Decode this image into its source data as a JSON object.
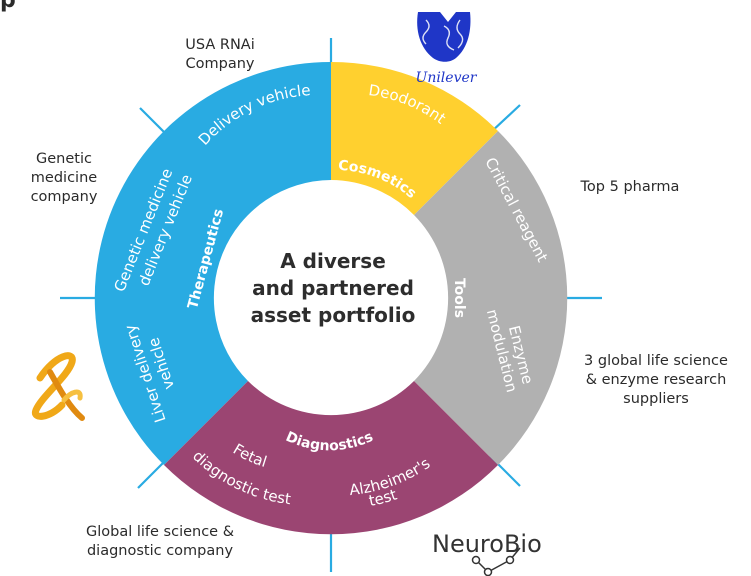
{
  "title_fragment": "p",
  "center": {
    "lines": [
      "A diverse",
      "and partnered",
      "asset portfolio"
    ]
  },
  "colors": {
    "therapeutics": "#29ABE2",
    "cosmetics": "#FFD02F",
    "tools": "#B1B1B1",
    "diagnostics": "#9B4572",
    "spoke": "#29ABE2"
  },
  "segments": {
    "therapeutics": {
      "label": "Therapeutics",
      "items": [
        "Delivery vehicle",
        "Genetic medicine",
        "delivery vehicle",
        "Liver delivery",
        "vehicle"
      ]
    },
    "cosmetics": {
      "label": "Cosmetics",
      "items": [
        "Deodorant"
      ]
    },
    "tools": {
      "label": "Tools",
      "items": [
        "Critical reagent",
        "Enzyme",
        "modulation"
      ]
    },
    "diagnostics": {
      "label": "Diagnostics",
      "items": [
        "Fetal",
        "diagnostic test",
        "Alzheimer's",
        "test"
      ]
    }
  },
  "partners": {
    "usa_rnai": [
      "USA RNAi",
      "Company"
    ],
    "genetic_medicine": [
      "Genetic",
      "medicine",
      "company"
    ],
    "top_pharma": [
      "Top 5 pharma"
    ],
    "life_science": [
      "3 global life science",
      "& enzyme research",
      "suppliers"
    ],
    "global_diagnostic": [
      "Global life science &",
      "diagnostic company"
    ],
    "unilever_logo": "Unilever",
    "neurobio_logo": "NeuroBio",
    "astrazeneca_logo": "astrazeneca-symbol"
  }
}
